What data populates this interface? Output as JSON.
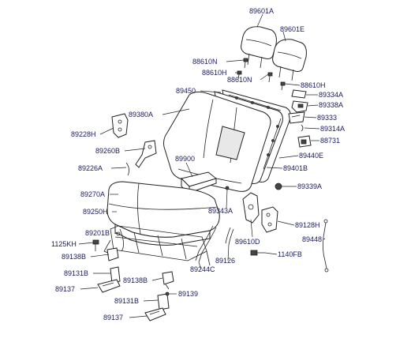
{
  "labels": {
    "l89601A": "89601A",
    "l89601E": "89601E",
    "l88610N_1": "88610N",
    "l88610H_1": "88610H",
    "l88610N_2": "88610N",
    "l88610H_2": "88610H",
    "l89450": "89450",
    "l89334A": "89334A",
    "l89338A": "89338A",
    "l89380A": "89380A",
    "l89333": "89333",
    "l89314A": "89314A",
    "l89228H": "89228H",
    "l88731": "88731",
    "l89260B": "89260B",
    "l89440E": "89440E",
    "l89900": "89900",
    "l89226A": "89226A",
    "l89401B": "89401B",
    "l89339A": "89339A",
    "l89270A": "89270A",
    "l89250H": "89250H",
    "l89343A": "89343A",
    "l89128H": "89128H",
    "l89201B": "89201B",
    "l1125KH": "1125KH",
    "l89448": "89448",
    "l89610D": "89610D",
    "l89138B_1": "89138B",
    "l1140FB": "1140FB",
    "l89126": "89126",
    "l89244C": "89244C",
    "l89131B_1": "89131B",
    "l89138B_2": "89138B",
    "l89137_1": "89137",
    "l89139": "89139",
    "l89131B_2": "89131B",
    "l89137_2": "89137"
  }
}
